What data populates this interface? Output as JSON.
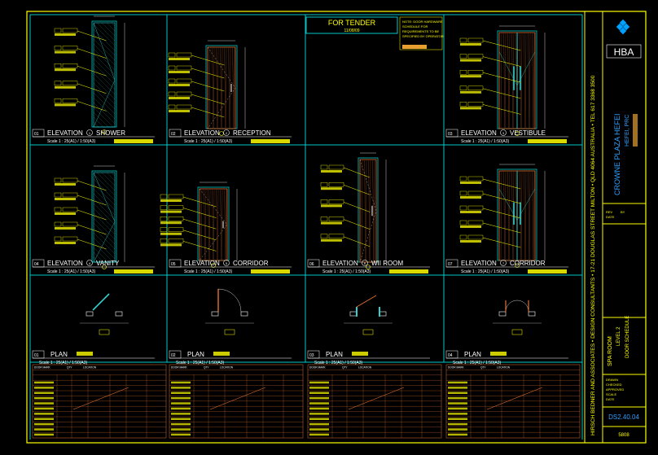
{
  "stamp": {
    "title": "FOR TENDER",
    "date": "11/08/09"
  },
  "note_lines": [
    "NOTE: DOOR HARDWARE",
    "SCHEDULE FOR",
    "REQUIREMENTS TO BE",
    "SPECIFIED BY OPERATOR"
  ],
  "elevations": [
    {
      "num": "01",
      "title": "ELEVATION",
      "marker": "1",
      "room": "SHOWER",
      "scale": "Scale 1 : 25(A1) / 1:50(A3)"
    },
    {
      "num": "02",
      "title": "ELEVATION",
      "marker": "2",
      "room": "RECEPTION",
      "scale": "Scale 1 : 25(A1) / 1:50(A3)"
    },
    {
      "num": "03",
      "title": "ELEVATION",
      "marker": "3",
      "room": "VESTIBULE",
      "scale": "Scale 1 : 25(A1) / 1:50(A3)"
    },
    {
      "num": "04",
      "title": "ELEVATION",
      "marker": "4",
      "room": "VANITY",
      "scale": "Scale 1 : 25(A1) / 1:50(A3)"
    },
    {
      "num": "05",
      "title": "ELEVATION",
      "marker": "5",
      "room": "CORRIDOR",
      "scale": "Scale 1 : 25(A1) / 1:50(A3)"
    },
    {
      "num": "06",
      "title": "ELEVATION",
      "marker": "6",
      "room": "WII ROOM",
      "scale": "Scale 1 : 25(A1) / 1:50(A3)"
    },
    {
      "num": "07",
      "title": "ELEVATION",
      "marker": "7",
      "room": "CORRIDOR",
      "scale": "Scale 1 : 25(A1) / 1:50(A3)"
    }
  ],
  "plans": [
    {
      "num": "01",
      "title": "PLAN",
      "scale": "Scale 1 : 25(A1) / 1:50(A3)"
    },
    {
      "num": "02",
      "title": "PLAN",
      "scale": "Scale 1 : 25(A1) / 1:50(A3)"
    },
    {
      "num": "03",
      "title": "PLAN",
      "scale": "Scale 1 : 25(A1) / 1:50(A3)"
    },
    {
      "num": "04",
      "title": "PLAN",
      "scale": "Scale 1 : 25(A1) / 1:50(A3)"
    }
  ],
  "schedule_headers": [
    "DOOR MARK",
    "QTY",
    "LOCATION"
  ],
  "title_block": {
    "logo": "HBA",
    "project": "CROWNE PLAZA HEFEI",
    "location": "HEFEI, PRC",
    "area": "SPA ROOM",
    "level": "LEVEL 2",
    "sheet_title": "DOOR SCHEDULE",
    "drawing_no": "DS2.40.04",
    "number": "5808",
    "firm_strip": "HIRSCH BEDNER AND ASSOCIATES  •  DESIGN CONSULTANTS  •  17-21 DOUGLAS STREET MILTON  •  QLD 4064 AUSTRALIA  •  TEL 617 3368 3500"
  },
  "colors": {
    "frame": "#FFFF00",
    "grid": "#00C8C8",
    "door": "#E07030",
    "glass": "#30D0D0",
    "label": "#FFFF00"
  }
}
